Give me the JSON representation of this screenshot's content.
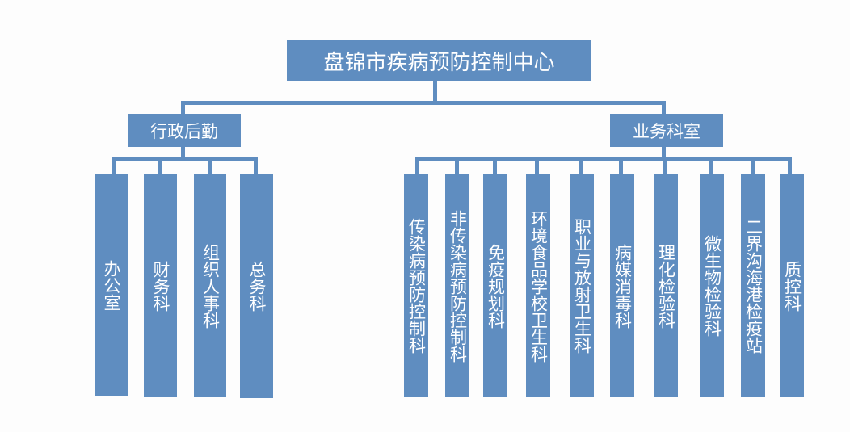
{
  "org": {
    "root": "盘锦市疾病预防控制中心",
    "branches": [
      {
        "label": "行政后勤",
        "children": [
          "办公室",
          "财务科",
          "组织人事科",
          "总务科"
        ]
      },
      {
        "label": "业务科室",
        "children": [
          "传染病预防控制科",
          "非传染病预防控制科",
          "免疫规划科",
          "环境食品学校卫生科",
          "职业与放射卫生科",
          "病媒消毒科",
          "理化检验科",
          "微生物检验科",
          "二界沟海港检疫站",
          "质控科"
        ]
      }
    ]
  },
  "colors": {
    "box": "#5f8dc0",
    "line": "#5f8dc0",
    "text": "#ffffff",
    "background": "#fdfdfd"
  }
}
